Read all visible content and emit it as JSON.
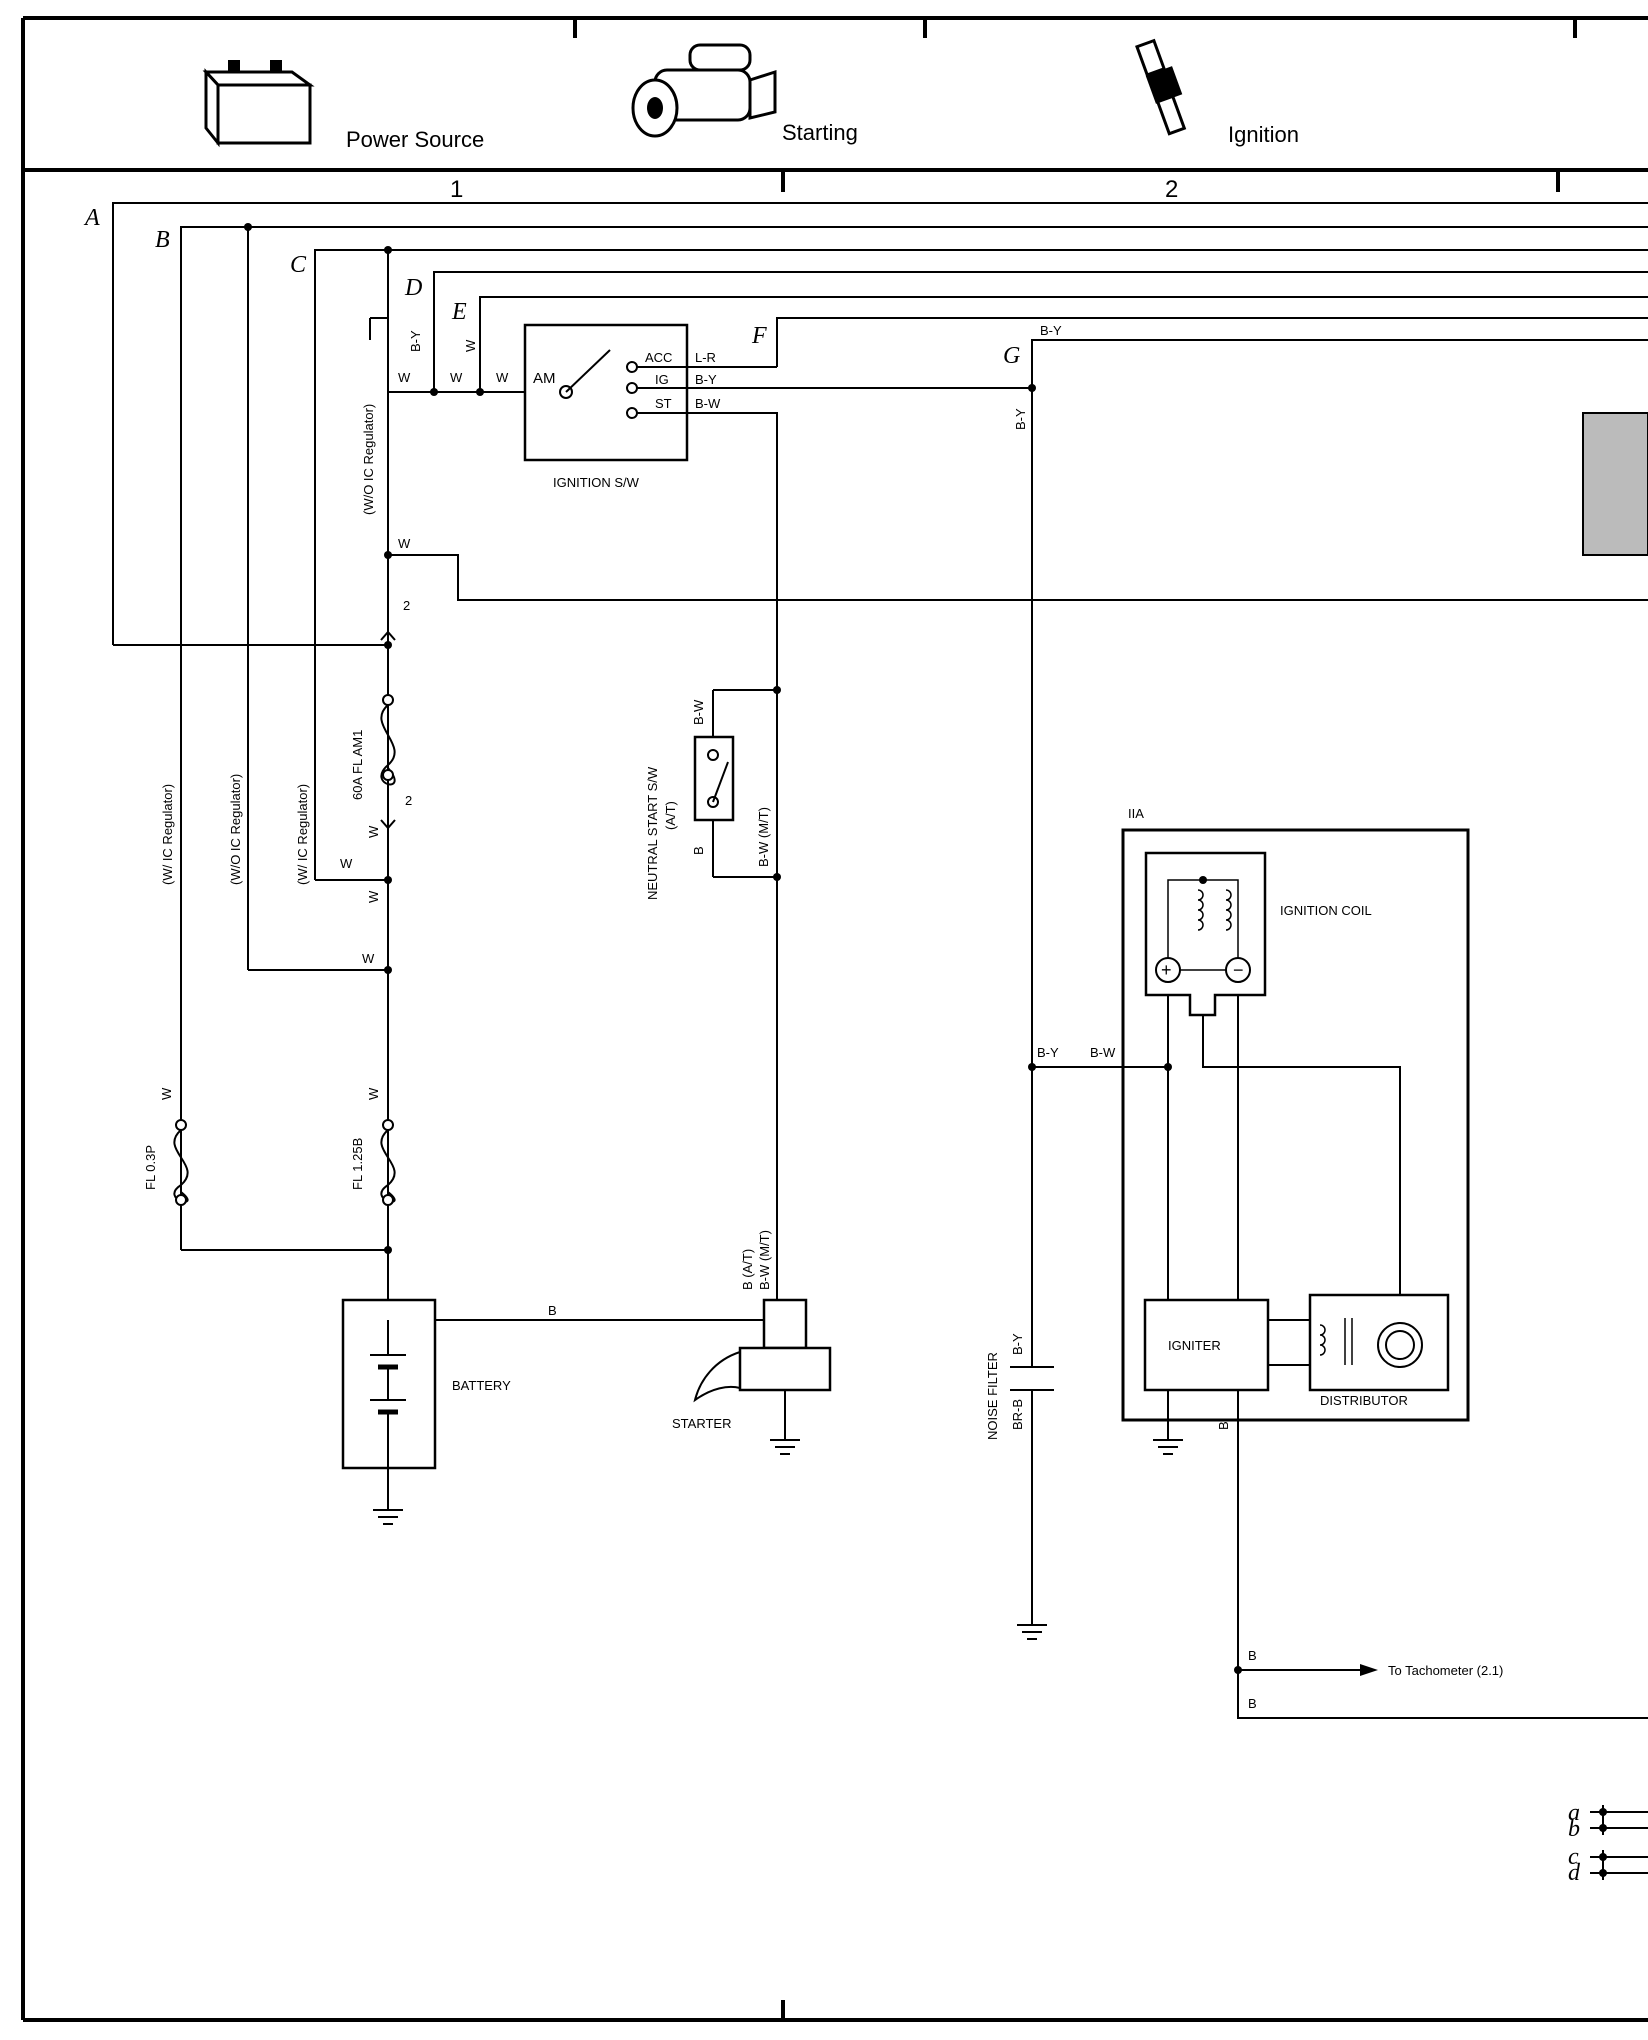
{
  "header": {
    "sections": [
      "Power Source",
      "Starting",
      "Ignition"
    ],
    "columns": [
      "1",
      "2"
    ]
  },
  "bus_letters": [
    "A",
    "B",
    "C",
    "D",
    "E",
    "F",
    "G"
  ],
  "legend_letters": [
    "a",
    "b",
    "c",
    "d"
  ],
  "components": {
    "ignition_switch": {
      "label": "IGNITION S/W",
      "terminals": [
        "AM",
        "ACC",
        "IG",
        "ST"
      ]
    },
    "neutral_start": {
      "label": "NEUTRAL START S/W",
      "sub": "(A/T)"
    },
    "fuse_am1": "60A FL AM1",
    "fuse_125": "FL 1.25B",
    "fuse_03p": "FL 0.3P",
    "battery": "BATTERY",
    "starter": "STARTER",
    "noise_filter": "NOISE FILTER",
    "iia": "IIA",
    "ignition_coil": "IGNITION COIL",
    "igniter": "IGNITER",
    "distributor": "DISTRIBUTOR"
  },
  "conditions": {
    "wo_ic_1": "(W/O IC Regulator)",
    "wo_ic_2": "(W/O IC Regulator)",
    "w_ic_1": "(W/ IC Regulator)",
    "w_ic_2": "(W/ IC Regulator)"
  },
  "wires": {
    "w": "W",
    "lr": "L-R",
    "by": "B-Y",
    "bw": "B-W",
    "b": "B",
    "brb": "BR-B",
    "bw_mt": "B-W (M/T)",
    "b_at": "B (A/T)",
    "two": "2"
  },
  "annotations": {
    "tachometer": "To Tachometer (2.1)"
  }
}
